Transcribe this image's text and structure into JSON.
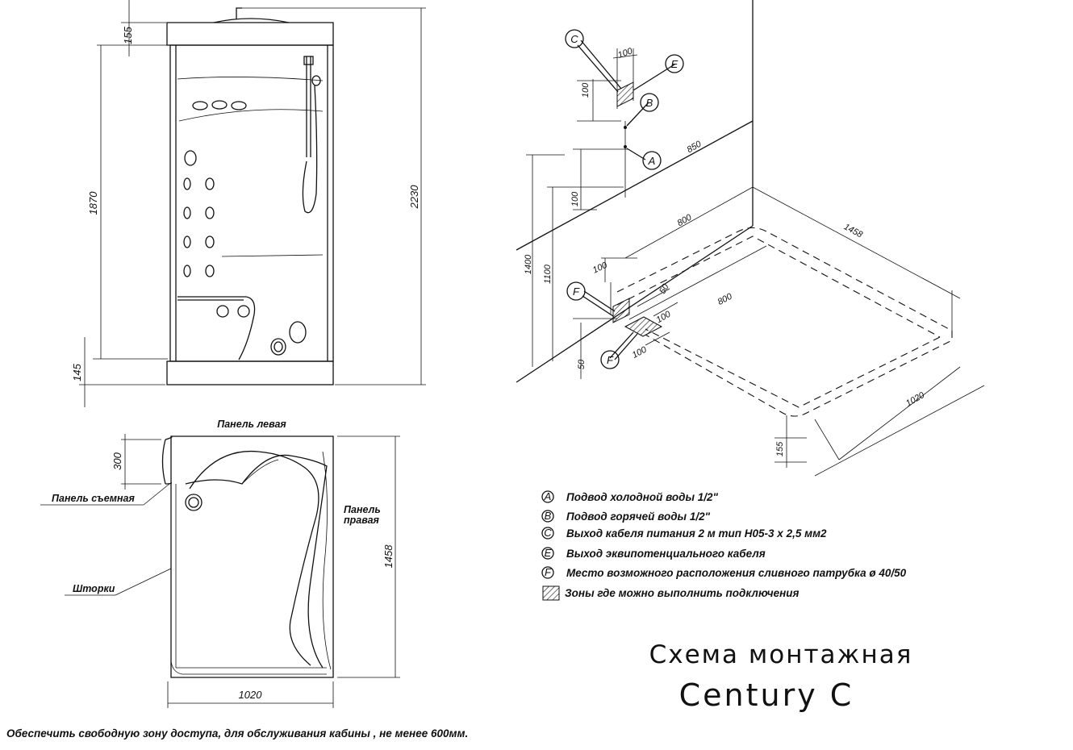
{
  "front_view": {
    "dims": {
      "top_cap": "155",
      "body_height": "1870",
      "total_height": "2230",
      "base": "145"
    }
  },
  "plan_view": {
    "labels": {
      "panel_left": "Панель левая",
      "panel_removable": "Панель съемная",
      "panel_right_1": "Панель",
      "panel_right_2": "правая",
      "curtains": "Шторки"
    },
    "dims": {
      "depth": "300",
      "length": "1458",
      "width": "1020"
    }
  },
  "iso_view": {
    "dims": {
      "e_width": "100",
      "e_height": "100",
      "b_height": "100",
      "wall_850": "850",
      "h1400": "1400",
      "h1100": "1100",
      "d800_top": "800",
      "d1458": "1458",
      "f_width": "100",
      "f_50_top": "50",
      "d800_front": "800",
      "f_100_right": "100",
      "f_100_bottom": "100",
      "f_50_left": "50",
      "d1020": "1020",
      "d155": "155"
    },
    "markers": {
      "c": "C",
      "e": "E",
      "b": "B",
      "a": "A",
      "f1": "F",
      "f2": "F"
    }
  },
  "legend": {
    "items": [
      {
        "letter": "A",
        "text": "Подвод холодной воды 1/2\""
      },
      {
        "letter": "B",
        "text": "Подвод горячей воды 1/2\""
      },
      {
        "letter": "C",
        "text": "Выход кабеля питания  2 м тип H05-3 x 2,5 мм2"
      },
      {
        "letter": "E",
        "text": "Выход эквипотенциального кабеля"
      },
      {
        "letter": "F",
        "text": "Место возможного расположения сливного патрубка ø 40/50"
      }
    ],
    "zone_text": "Зоны где можно выполнить  подключения"
  },
  "title": {
    "line1": "Схема монтажная",
    "line2": "Century C"
  },
  "footnote": "Обеспечить свободную зону доступа, для обслуживания кабины , не менее 600мм."
}
